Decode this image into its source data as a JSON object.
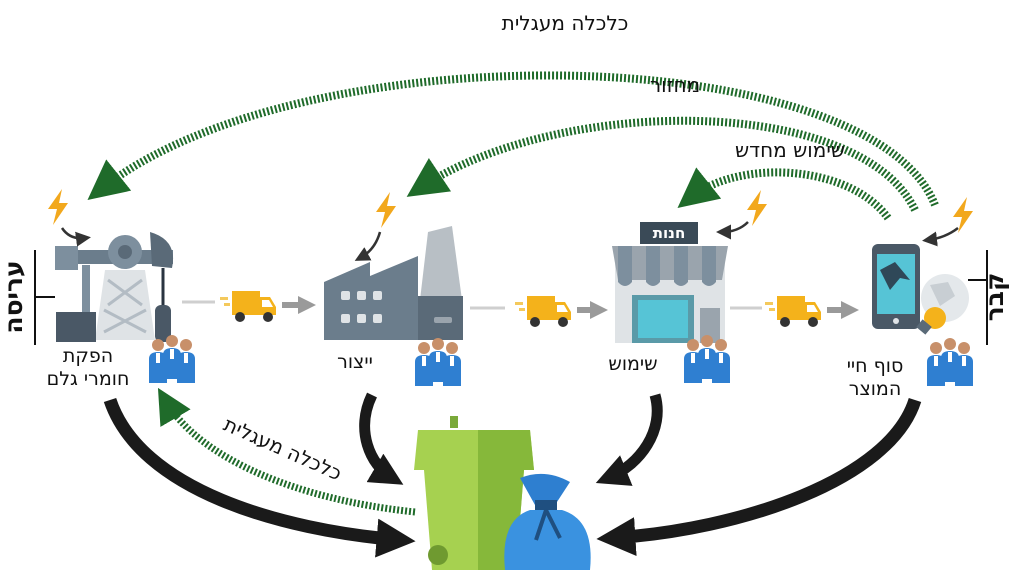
{
  "labels": {
    "extraction_line1": "הפקת",
    "extraction_line2": "חומרי גלם",
    "production": "ייצור",
    "usage": "שימוש",
    "eol_line1": "סוף חיי",
    "eol_line2": "המוצר",
    "shop_sign": "חנות"
  },
  "arrows": {
    "circular_top": "כלכלה מעגלית",
    "recycling": "מחזור",
    "reuse": "שימוש מחדש",
    "circular_bottom": "כלכלה מעגלית"
  },
  "side_labels": {
    "left": "עריסה",
    "right": "קבר"
  },
  "colors": {
    "green_arrow": "#1f6b2a",
    "black_arrow": "#1a1a1a",
    "lightning": "#f2a81d",
    "truck": "#f4b21b",
    "people": "#2f7fd1",
    "bin_green": "#8fc63f"
  },
  "icons": [
    "lightning-icon",
    "oil-pump-icon",
    "factory-icon",
    "shop-icon",
    "phone-icon",
    "bulb-icon",
    "globe-icon",
    "truck-icon",
    "people-icon",
    "recycle-bin-icon",
    "trash-bag-icon"
  ]
}
